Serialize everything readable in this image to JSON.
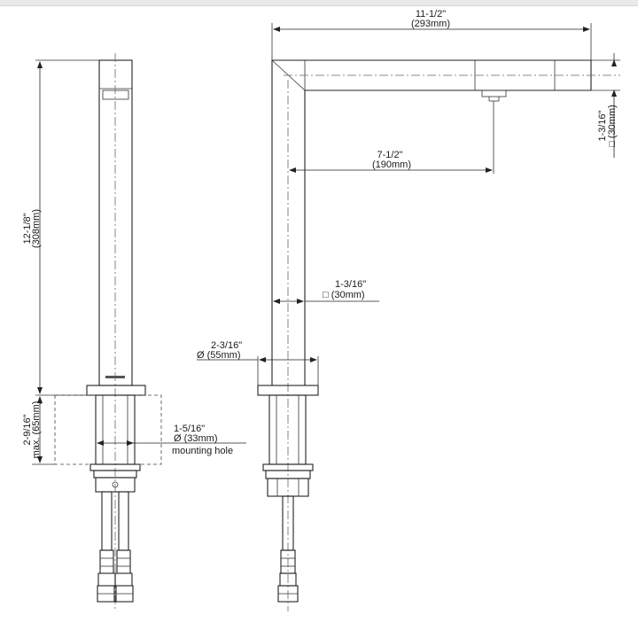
{
  "dimensions": {
    "width_total": {
      "imperial": "11-1/2\"",
      "metric": "(293mm)"
    },
    "spout_reach": {
      "imperial": "7-1/2\"",
      "metric": "(190mm)"
    },
    "spout_section": {
      "imperial": "1-3/16\"",
      "metric": "□ (30mm)"
    },
    "body_section": {
      "imperial": "1-3/16\"",
      "metric": "□ (30mm)"
    },
    "base_diameter": {
      "imperial": "2-3/16\"",
      "metric": "Ø (55mm)"
    },
    "height": {
      "imperial": "12-1/8\"",
      "metric": "(308mm)"
    },
    "deck_thickness": {
      "imperial": "2-9/16\"",
      "metric": "max. (65mm)"
    },
    "mounting_hole": {
      "imperial": "1-5/16\"",
      "metric": "Ø (33mm)",
      "label": "mounting hole"
    }
  },
  "colors": {
    "line": "#222222",
    "background": "#ffffff"
  }
}
